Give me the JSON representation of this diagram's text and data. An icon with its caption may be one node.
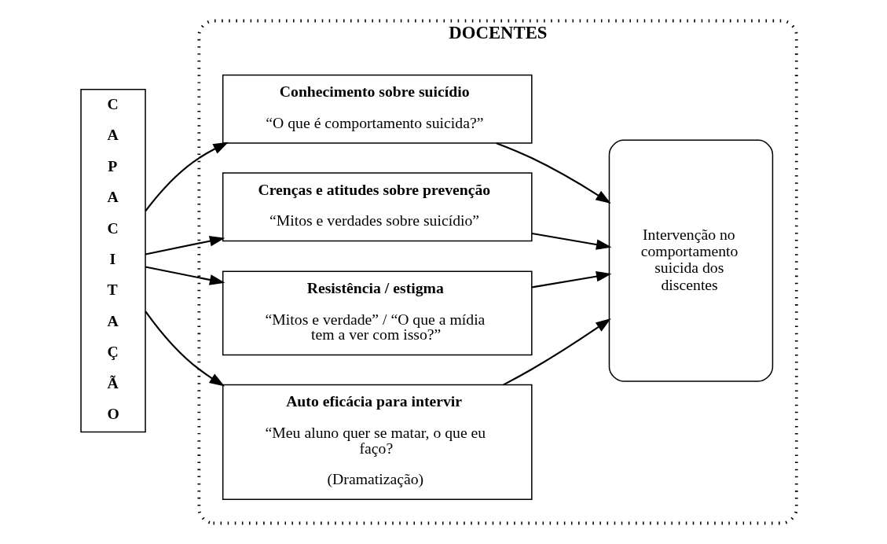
{
  "diagram": {
    "nodes": [
      {
        "text": [
          "DOCENTES"
        ]
      },
      {
        "text": [
          "CAPACITAÇÃO"
        ]
      },
      {
        "text": [
          "Conhecimento sobre suicídio",
          "“O que é comportamento suicida?”"
        ],
        "in": 0
      },
      {
        "text": [
          "Crenças e atitudes sobre prevenção",
          "“Mitos e verdades sobre suicídio”"
        ],
        "in": 0
      },
      {
        "text": [
          "Resistência / estigma",
          "“Mitos e verdade” / “O que a mídia tem a ver com isso?”"
        ],
        "in": 0
      },
      {
        "text": [
          "Auto eficácia para intervir",
          "“Meu aluno quer se matar, o que eu faço?",
          "(Dramatização)"
        ],
        "in": 0
      },
      {
        "text": [
          "Intervenção no comportamento suicida dos discentes"
        ],
        "in": 0
      }
    ],
    "edges": [
      {
        "from": 1,
        "to": 2,
        "arrow": "to"
      },
      {
        "from": 1,
        "to": 3,
        "arrow": "to"
      },
      {
        "from": 1,
        "to": 4,
        "arrow": "to"
      },
      {
        "from": 1,
        "to": 5,
        "arrow": "to"
      },
      {
        "from": 2,
        "to": 6,
        "arrow": "to"
      },
      {
        "from": 3,
        "to": 6,
        "arrow": "to"
      },
      {
        "from": 4,
        "to": 6,
        "arrow": "to"
      },
      {
        "from": 5,
        "to": 6,
        "arrow": "to"
      }
    ]
  }
}
